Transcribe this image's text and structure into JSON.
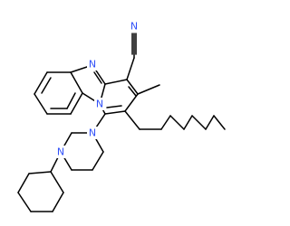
{
  "colors": {
    "bond": "#000000",
    "nitrogen": "#3050F8",
    "background": "#ffffff"
  },
  "atoms": {
    "n_imidazole": "N",
    "n_bridgehead": "N",
    "n_nitrile": "N",
    "n_piperazine_top": "N",
    "n_piperazine_bottom": "N"
  }
}
